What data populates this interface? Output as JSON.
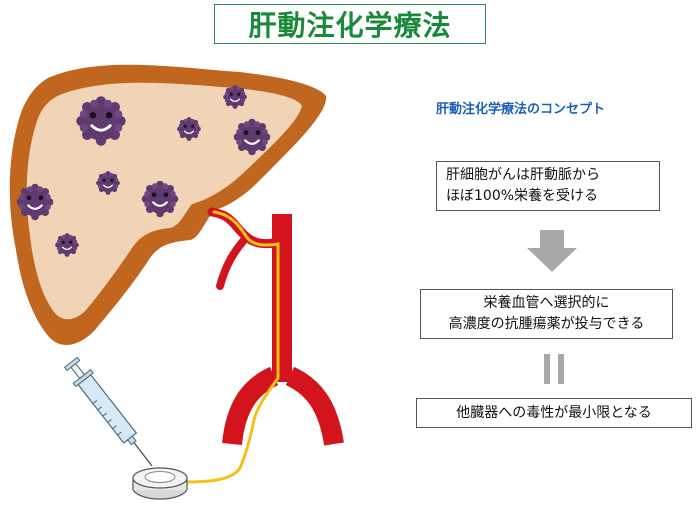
{
  "title": "肝動注化学療法",
  "concept": {
    "heading": "肝動注化学療法のコンセプト",
    "box1": {
      "line1": "肝細胞がんは肝動脈から",
      "line2": "ほぼ100%栄養を受ける"
    },
    "box2": {
      "line1": "栄養血管へ選択的に",
      "line2": "高濃度の抗腫瘍薬が投与できる"
    },
    "box3": {
      "line1": "他臓器への毒性が最小限となる"
    }
  },
  "colors": {
    "title_green": "#1a8a3a",
    "heading_blue": "#1c5fb8",
    "liver_outer": "#c0661e",
    "liver_inner": "#f1d3b6",
    "tumor": "#5e3a6e",
    "artery_red": "#d4141c",
    "catheter_yellow": "#f2c21a",
    "arrow_gray": "#a8a8a8"
  },
  "icons": [
    "tumor-icon",
    "syringe-icon",
    "port-icon",
    "down-arrow-icon",
    "equals-icon"
  ]
}
